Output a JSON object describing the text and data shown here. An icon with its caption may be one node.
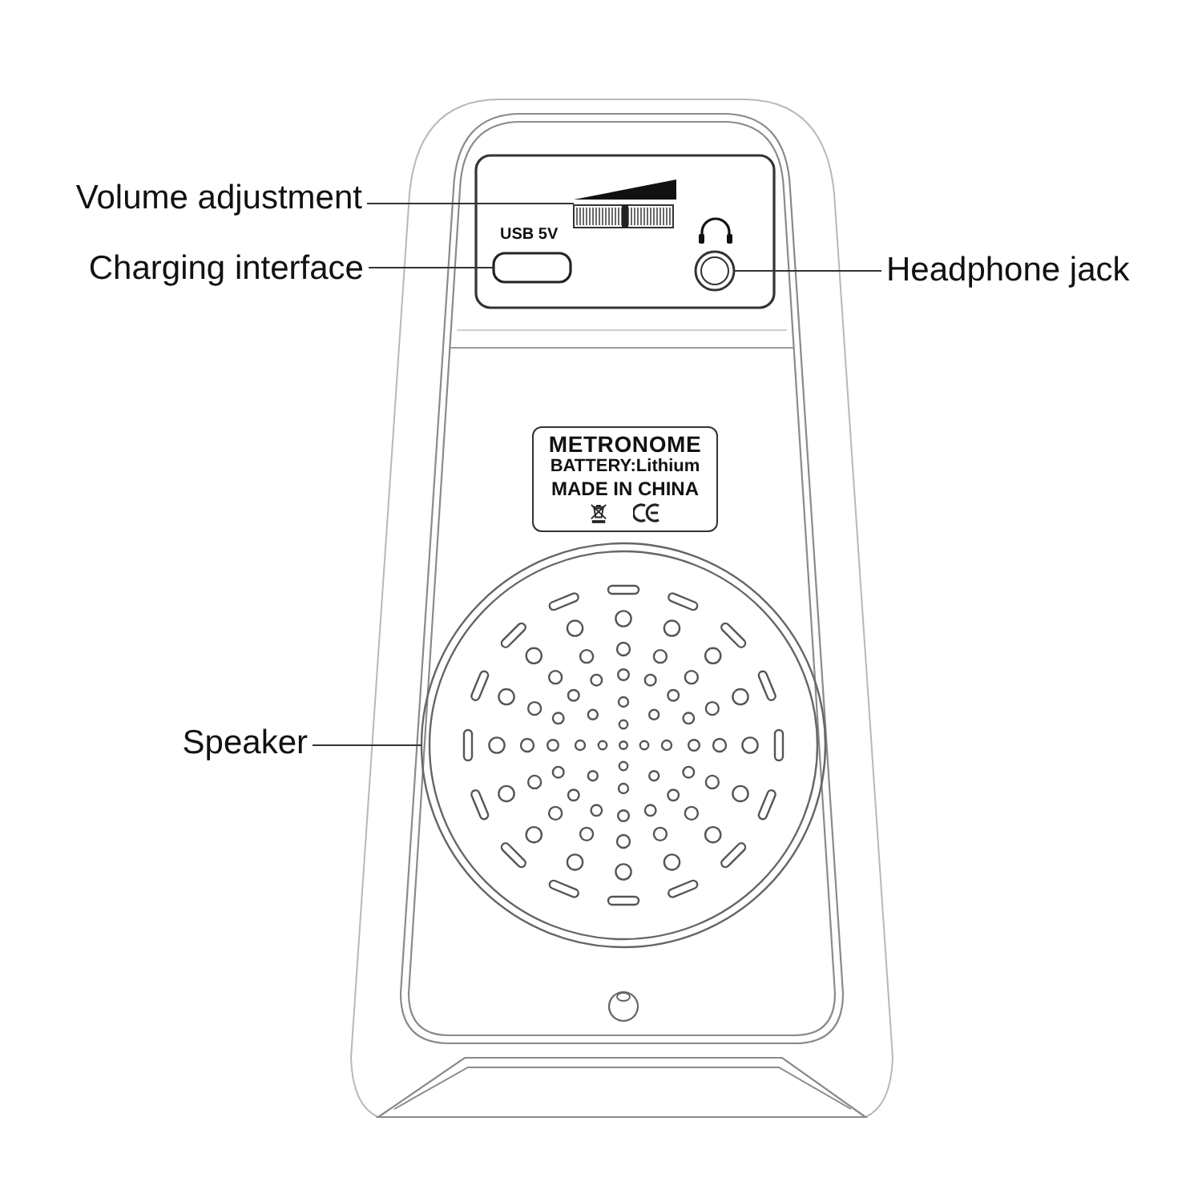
{
  "diagram": {
    "nodes": [
      {
        "text": [
          "Volume adjustment"
        ]
      },
      {
        "text": [],
        "shape": "bar"
      },
      {
        "text": [
          "Charging interface"
        ]
      },
      {
        "text": [],
        "shape": "box",
        "beside": [
          "USB 5V"
        ]
      },
      {
        "text": [],
        "shape": "circle"
      },
      {
        "text": [
          "Headphone jack"
        ]
      },
      {
        "text": [
          "METRONOME",
          "BATTERY:Lithium",
          "MADE IN CHINA"
        ]
      },
      {
        "text": [
          "Speaker"
        ]
      },
      {
        "text": [],
        "shape": "circle"
      }
    ],
    "edges": [
      {
        "from": 0,
        "to": 1,
        "arrow": "none"
      },
      {
        "from": 2,
        "to": 3,
        "arrow": "none"
      },
      {
        "from": 5,
        "to": 4,
        "arrow": "none"
      },
      {
        "from": 7,
        "to": 8,
        "arrow": "none"
      }
    ]
  }
}
